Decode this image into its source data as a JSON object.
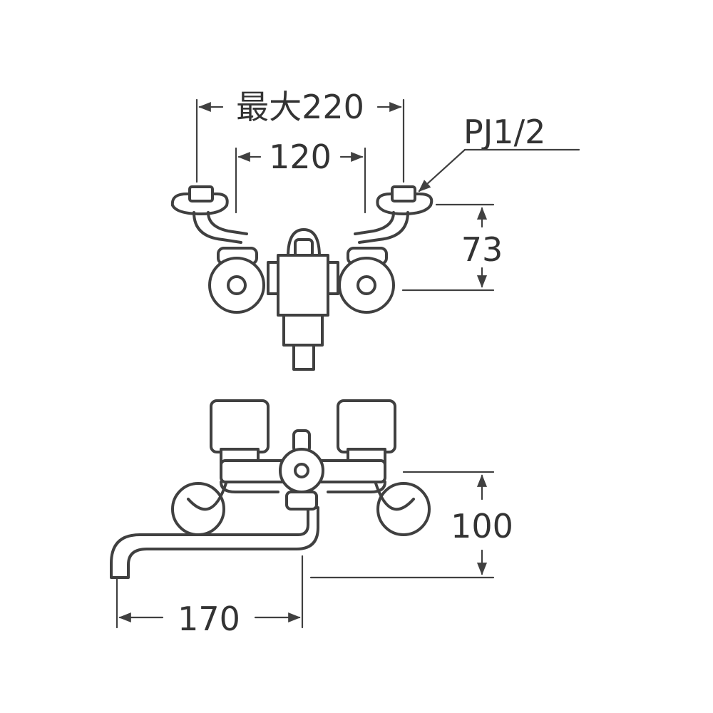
{
  "dimensions": {
    "max_width": "最大220",
    "inner_width": "120",
    "thread": "PJ1/2",
    "top_height": "73",
    "front_height": "100",
    "spout_length": "170"
  },
  "colors": {
    "line": "#404040",
    "text": "#333333",
    "background": "#ffffff"
  }
}
